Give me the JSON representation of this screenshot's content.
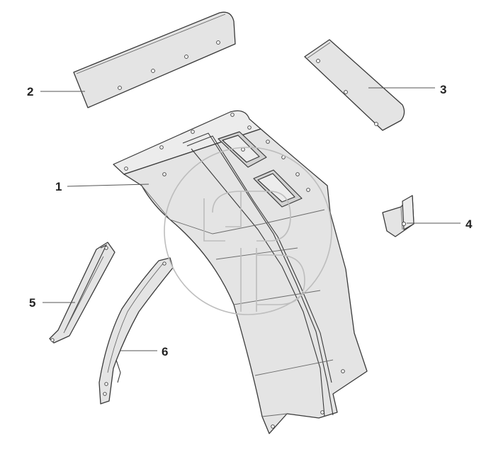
{
  "diagram": {
    "type": "exploded-parts-diagram",
    "parts": [
      {
        "number": "1",
        "icon": "fender-mudguard-icon"
      },
      {
        "number": "2",
        "icon": "fender-extension-left-icon"
      },
      {
        "number": "3",
        "icon": "fender-extension-right-icon"
      },
      {
        "number": "4",
        "icon": "angle-bracket-icon"
      },
      {
        "number": "5",
        "icon": "support-brace-icon"
      },
      {
        "number": "6",
        "icon": "curved-support-brace-icon"
      }
    ],
    "watermark": {
      "icon": "circular-logo-watermark-icon"
    }
  },
  "colors": {
    "part_fill": "#e4e4e4",
    "outline": "#3a3a3a",
    "callout_text": "#222222",
    "watermark": "#bdbdbd"
  }
}
